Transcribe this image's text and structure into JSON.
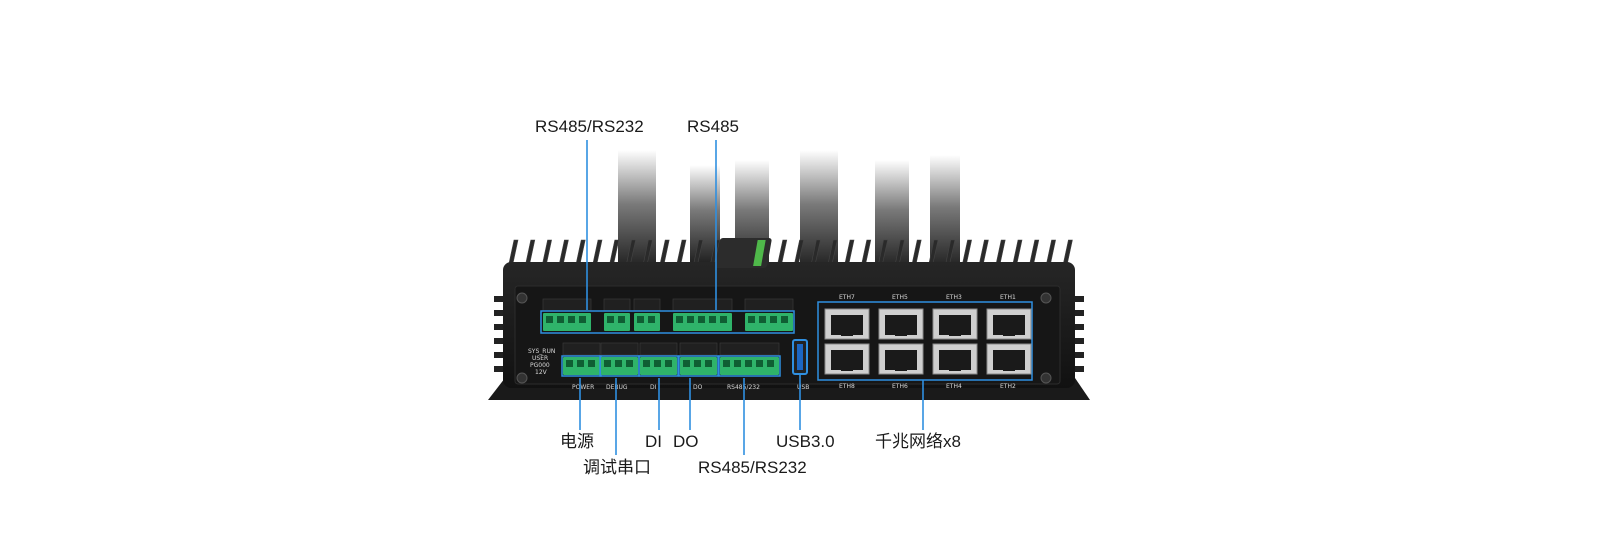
{
  "callouts": {
    "top_left": "RS485/RS232",
    "top_right": "RS485",
    "power": "电源",
    "debug": "调试串口",
    "di": "DI",
    "do": "DO",
    "bottom_rs": "RS485/RS232",
    "usb": "USB3.0",
    "ethernet": "千兆网络x8"
  },
  "silkscreen": {
    "eth_top": [
      "ETH7",
      "ETH5",
      "ETH3",
      "ETH1"
    ],
    "eth_bottom": [
      "ETH8",
      "ETH6",
      "ETH4",
      "ETH2"
    ],
    "power": "POWER",
    "debug": "DEBUG",
    "di": "DI",
    "do": "DO",
    "rs": "RS485/232",
    "usb": "USB",
    "leds": [
      "SYS_RUN",
      "USER",
      "PG000",
      "12V"
    ]
  },
  "colors": {
    "callout_line": "#2f8fe0",
    "terminal_green": "#2fb36a",
    "chassis": "#1c1c1c"
  }
}
